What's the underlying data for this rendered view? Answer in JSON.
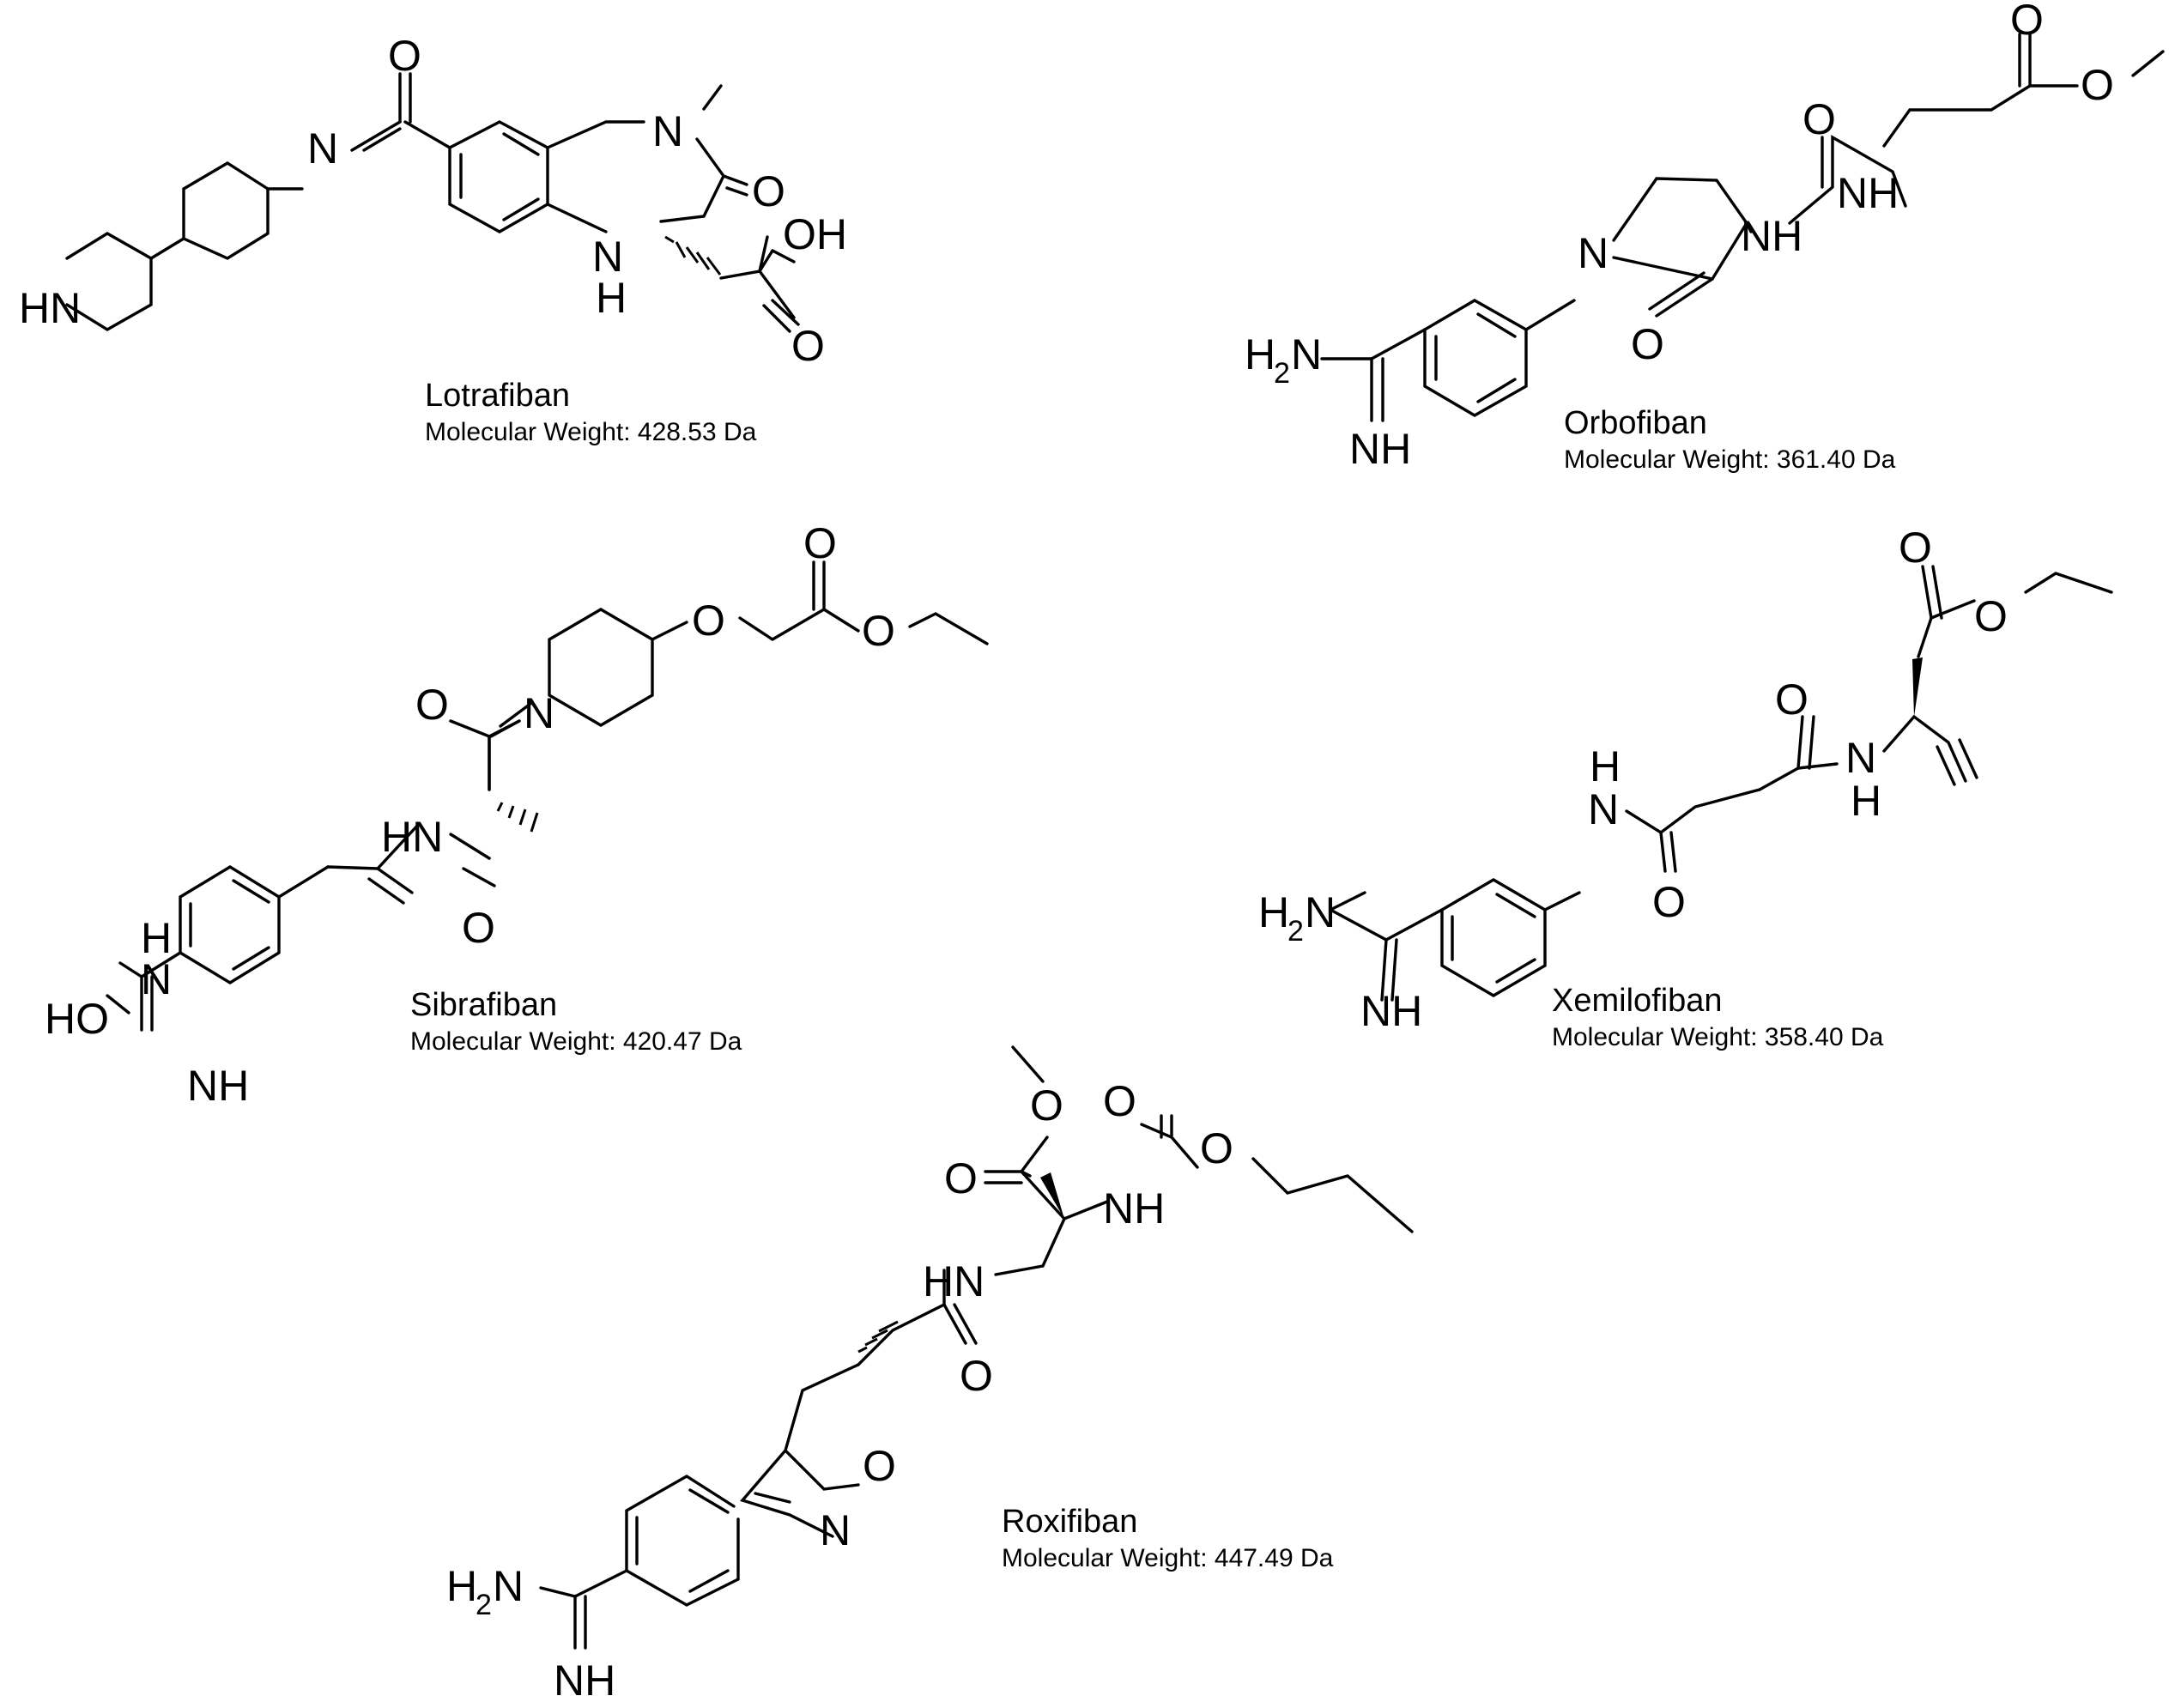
{
  "molecules": {
    "lotrafiban": {
      "name": "Lotrafiban",
      "mw": "Molecular Weight: 428.53 Da",
      "atoms": {
        "o_amide": "O",
        "n_pip": "N",
        "n_me": "N",
        "o_lactam": "O",
        "oh": "OH",
        "o_acid": "O",
        "nh_ring": "N",
        "h_ring": "H",
        "hn_pip": "HN"
      }
    },
    "orbofiban": {
      "name": "Orbofiban",
      "mw": "Molecular Weight: 361.40 Da",
      "atoms": {
        "h2n": "H",
        "h2n_sub": "2",
        "h2n_n": "N",
        "nh_imine": "NH",
        "n_pyr": "N",
        "o_pyr": "O",
        "nh_a": "NH",
        "o_urea": "O",
        "nh_b": "NH",
        "o_ester_c": "O",
        "o_ester": "O"
      }
    },
    "sibrafiban": {
      "name": "Sibrafiban",
      "mw": "Molecular Weight: 420.47 Da",
      "atoms": {
        "o_amide": "O",
        "n_pip": "N",
        "o_ether": "O",
        "o_ester_c": "O",
        "o_ester": "O",
        "hn": "HN",
        "o_benz": "O",
        "h_nh": "H",
        "n_oh": "N",
        "ho": "HO",
        "nh_imine": "NH"
      }
    },
    "xemilofiban": {
      "name": "Xemilofiban",
      "mw": "Molecular Weight: 358.40 Da",
      "atoms": {
        "o_ester_c": "O",
        "o_ester": "O",
        "o_amide2": "O",
        "n_amide2": "N",
        "h_amide2": "H",
        "h_anil": "H",
        "n_anil": "N",
        "o_amide1": "O",
        "h2n": "H",
        "h2n_sub": "2",
        "h2n_n": "N",
        "nh_imine": "NH"
      }
    },
    "roxifiban": {
      "name": "Roxifiban",
      "mw": "Molecular Weight: 447.49 Da",
      "atoms": {
        "o_ome": "O",
        "o_ester_c": "O",
        "o_carb_c": "O",
        "o_carb": "O",
        "nh_carb": "NH",
        "hn_amide": "HN",
        "o_amide": "O",
        "o_ring": "O",
        "n_ring": "N",
        "h2n": "H",
        "h2n_sub": "2",
        "h2n_n": "N",
        "nh_imine": "NH"
      }
    }
  }
}
